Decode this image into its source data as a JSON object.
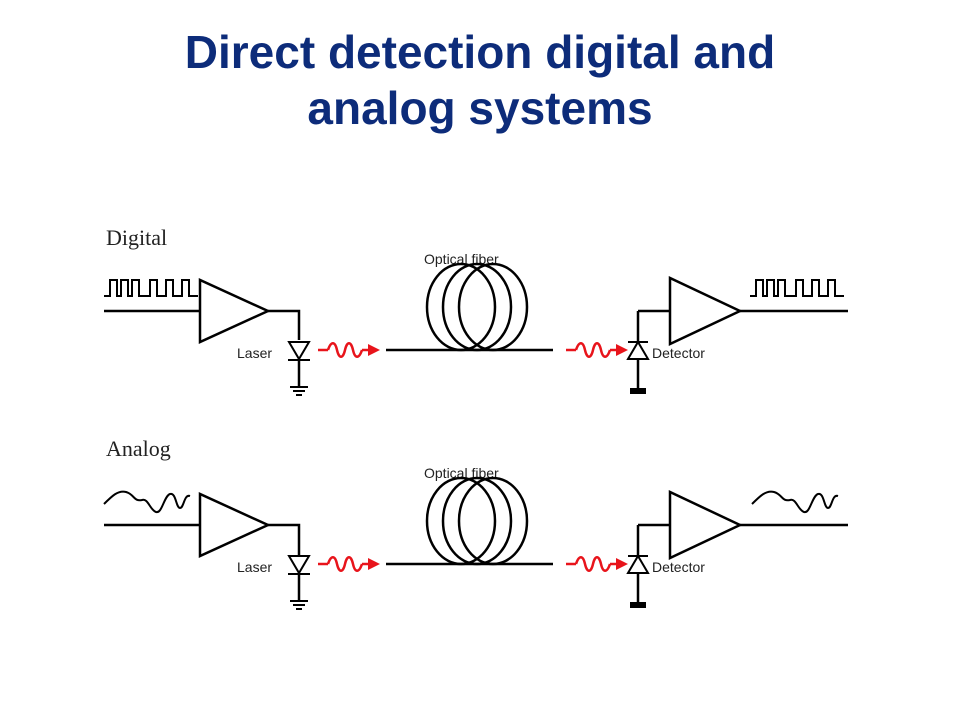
{
  "title": {
    "line1": "Direct detection digital and",
    "line2": "analog systems"
  },
  "diagram": {
    "digital": {
      "label": "Digital",
      "fiber_label": "Optical fiber",
      "laser_label": "Laser",
      "detector_label": "Detector"
    },
    "analog": {
      "label": "Analog",
      "fiber_label": "Optical fiber",
      "laser_label": "Laser",
      "detector_label": "Detector"
    },
    "colors": {
      "title": "#0d2c7a",
      "optical_signal": "#e8141b",
      "lines": "#000000"
    }
  }
}
